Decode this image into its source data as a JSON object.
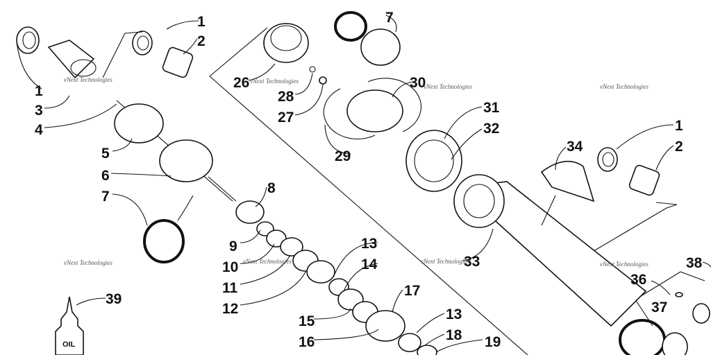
{
  "callouts": [
    "1",
    "2",
    "1",
    "3",
    "4",
    "5",
    "6",
    "7",
    "7",
    "8",
    "9",
    "10",
    "11",
    "12",
    "13",
    "14",
    "15",
    "16",
    "17",
    "13",
    "18",
    "19",
    "26",
    "27",
    "28",
    "29",
    "30",
    "31",
    "32",
    "33",
    "34",
    "1",
    "2",
    "36",
    "37",
    "38",
    "39"
  ],
  "watermark": "vNext Technologies",
  "oil_label": "OIL"
}
